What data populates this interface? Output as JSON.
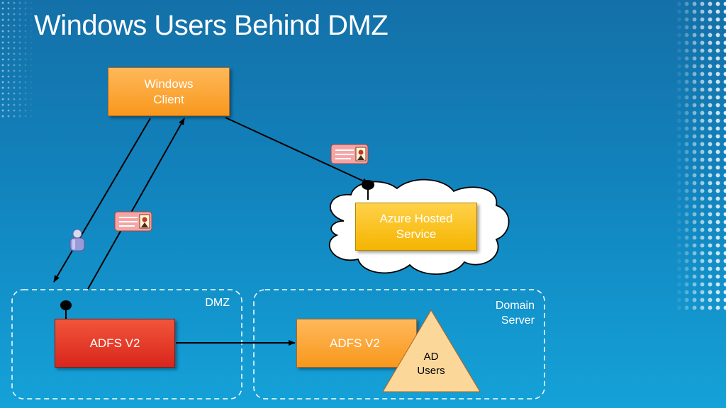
{
  "slide": {
    "title": "Windows Users Behind DMZ"
  },
  "nodes": {
    "windows_client": "Windows\nClient",
    "azure_service": "Azure Hosted\nService",
    "adfs_dmz": "ADFS V2",
    "adfs_domain": "ADFS V2",
    "ad_users": "AD\nUsers"
  },
  "zones": {
    "dmz": "DMZ",
    "domain_server": "Domain\nServer"
  },
  "colors": {
    "client_box": "#f8981d",
    "azure_box": "#f5b400",
    "adfs_dmz_box": "#d9261c",
    "adfs_domain_box": "#f8981d",
    "ad_triangle": "#fbd89a",
    "token": "#f4a6a6"
  },
  "icons": {
    "token": "security-token-icon",
    "user": "user-icon",
    "endpoint": "endpoint-pin-icon"
  }
}
